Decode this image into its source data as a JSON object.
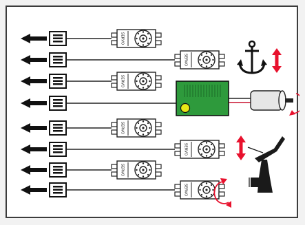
{
  "servo_label": "SERVO",
  "channels": [
    {
      "id": 1,
      "device": "servo"
    },
    {
      "id": 2,
      "device": "servo",
      "accessory": "anchor-winch"
    },
    {
      "id": 3,
      "device": "servo"
    },
    {
      "id": 4,
      "device": "speed-controller",
      "accessory": "drive-motor"
    },
    {
      "id": 5,
      "device": "servo"
    },
    {
      "id": 6,
      "device": "servo",
      "accessory": "crane-up-down"
    },
    {
      "id": 7,
      "device": "servo",
      "accessory": "crane-boom-tilt"
    },
    {
      "id": 8,
      "device": "servo",
      "accessory": "crane-rotate"
    }
  ],
  "colors": {
    "arrow": "#111111",
    "wire": "#222222",
    "servo_stroke": "#222222",
    "controller_board": "#2e9a3c",
    "controller_dot": "#e8e817",
    "motion_arrow": "#e8112d",
    "motor_body": "#e6e6e6",
    "background": "#ffffff"
  },
  "icons": [
    "arrow-left-icon",
    "connector-icon",
    "servo-icon",
    "speed-controller-icon",
    "motor-icon",
    "anchor-icon",
    "crane-icon",
    "double-arrow-icon",
    "rotate-arrow-icon"
  ]
}
